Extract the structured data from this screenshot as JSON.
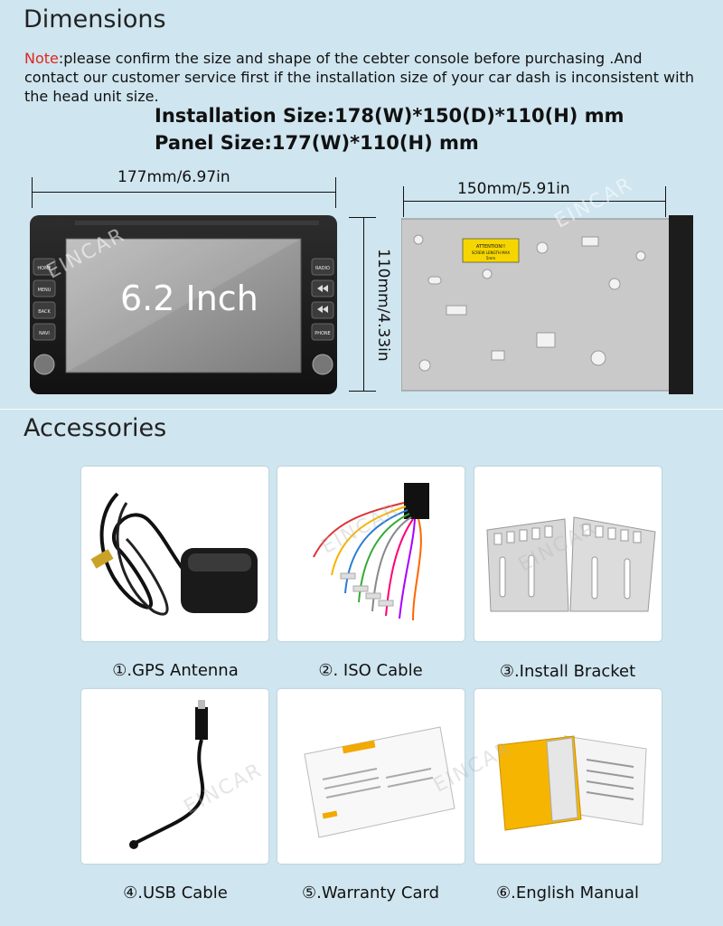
{
  "dimensions": {
    "title": "Dimensions",
    "note_label": "Note",
    "note_text": ":please confirm the size and shape of the cebter console before purchasing .And contact our customer service first if the installation size of your car dash is inconsistent with the head unit size.",
    "install_size": "Installation Size:178(W)*150(D)*110(H) mm",
    "panel_size": "Panel Size:177(W)*110(H) mm",
    "width_label": "177mm/6.97in",
    "depth_label": "150mm/5.91in",
    "height_label": "110mm/4.33in",
    "screen_label": "6.2 Inch",
    "attention_label": "ATTENTION!!\nSCREW LENGTH MAX\n5mm",
    "button_labels": [
      "HOME",
      "MENU",
      "BACK",
      "NAVI",
      "RADIO",
      "PHONE"
    ],
    "watermark": "EINCAR"
  },
  "accessories": {
    "title": "Accessories",
    "items": [
      {
        "caption": "①.GPS Antenna"
      },
      {
        "caption": "②. ISO Cable"
      },
      {
        "caption": "③.Install Bracket"
      },
      {
        "caption": "④.USB Cable"
      },
      {
        "caption": "⑤.Warranty Card"
      },
      {
        "caption": "⑥.English Manual"
      }
    ]
  },
  "colors": {
    "background": "#cfe5ef",
    "note_red": "#e0261e"
  }
}
